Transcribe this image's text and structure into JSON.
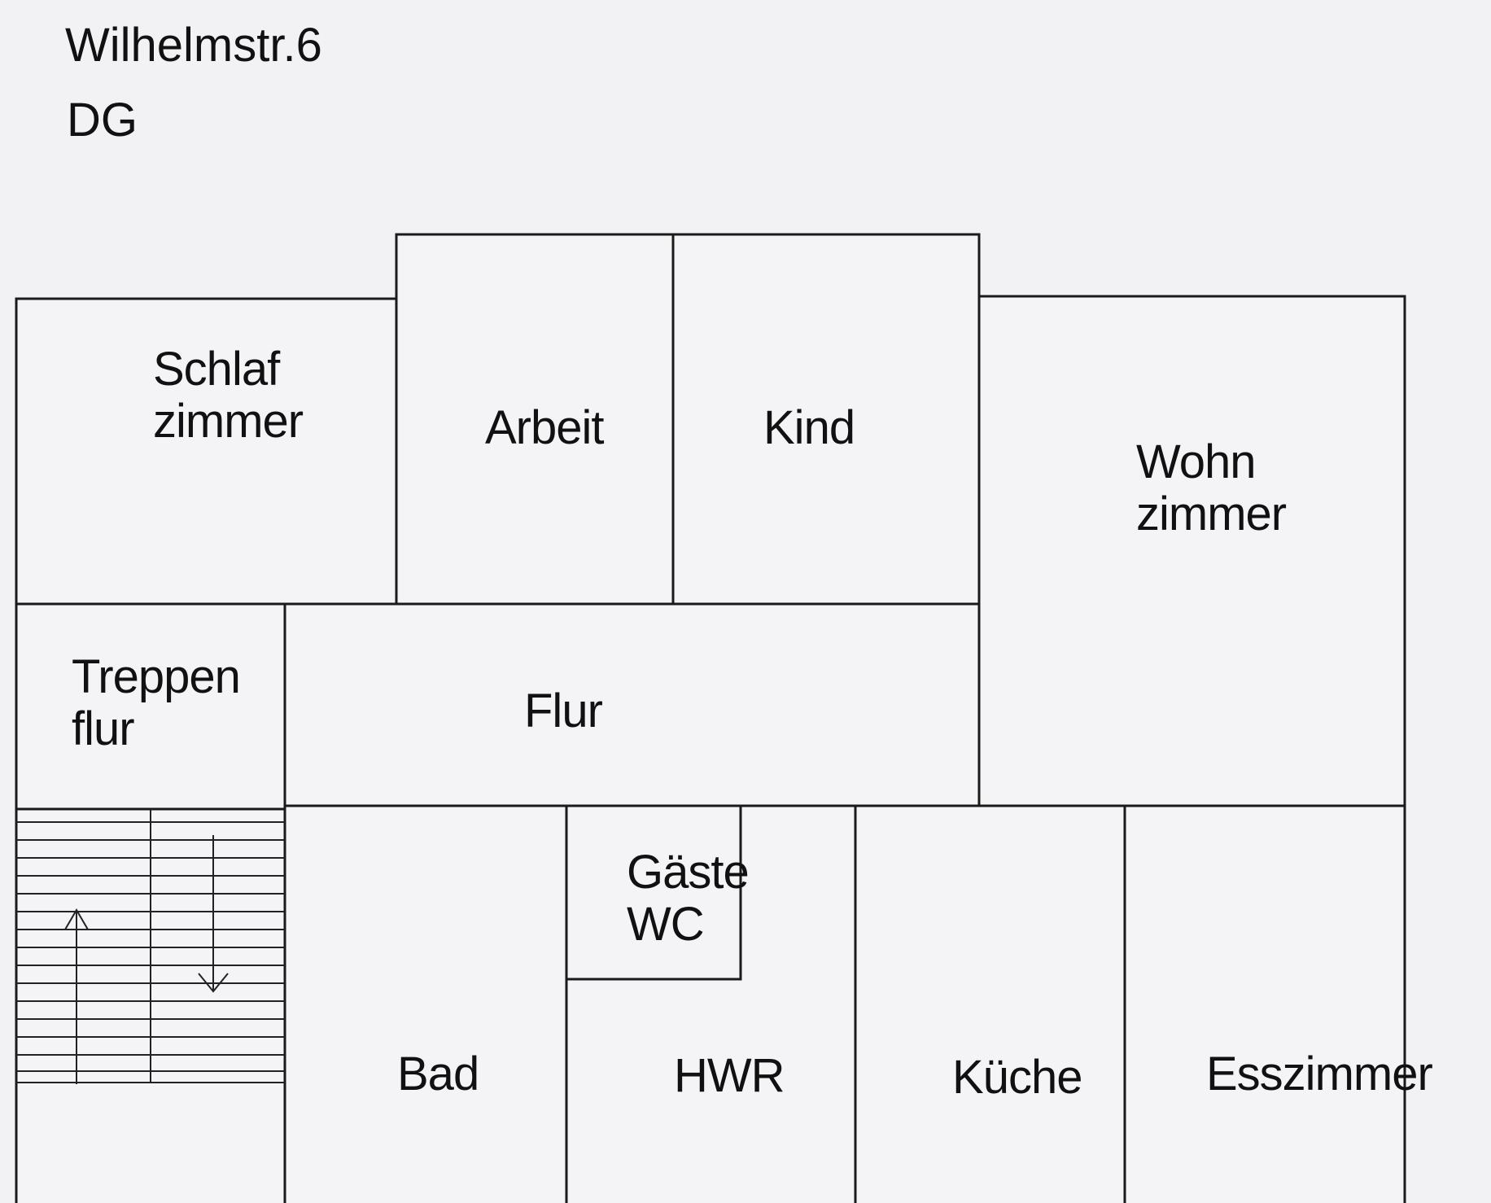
{
  "header": {
    "address": "Wilhelmstr.6",
    "floor": "DG"
  },
  "rooms": {
    "schlafzimmer": "Schlaf\nzimmer",
    "arbeit": "Arbeit",
    "kind": "Kind",
    "wohnzimmer": "Wohn\nzimmer",
    "treppenflur": "Treppen\nflur",
    "flur": "Flur",
    "gaeste_wc": "Gäste\nWC",
    "bad": "Bad",
    "hwr": "HWR",
    "kueche": "Küche",
    "esszimmer": "Esszimmer"
  }
}
